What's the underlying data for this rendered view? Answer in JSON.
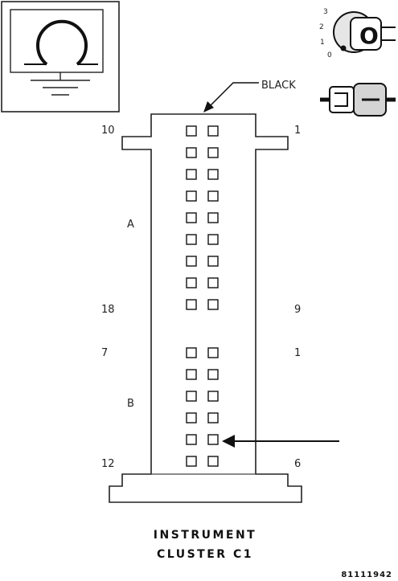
{
  "diagram": {
    "color_label": "BLACK",
    "connector_a": {
      "label": "A",
      "top_left": "10",
      "top_right": "1",
      "bottom_left": "18",
      "bottom_right": "9"
    },
    "connector_b": {
      "label": "B",
      "top_left": "7",
      "top_right": "1",
      "bottom_left": "12",
      "bottom_right": "6"
    },
    "title_line1": "INSTRUMENT",
    "title_line2": "CLUSTER C1",
    "figure_number": "81111942",
    "ignition_positions": [
      "3",
      "2",
      "1",
      "0"
    ],
    "key_glyph": "O",
    "pin_rows_a": 9,
    "pin_rows_b": 6,
    "icons": [
      "ground-meter-icon",
      "ignition-key-icon",
      "connector-plug-icon"
    ]
  }
}
